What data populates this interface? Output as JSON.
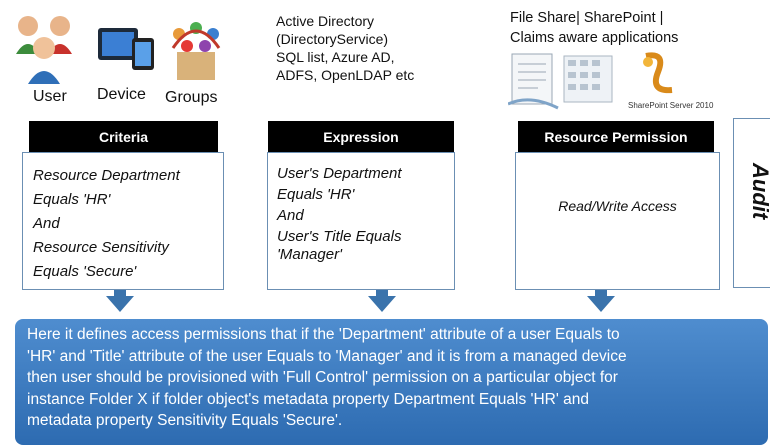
{
  "entities": {
    "user_label": "User",
    "device_label": "Device",
    "groups_label": "Groups"
  },
  "directory_sources": [
    "Active Directory",
    "(DirectoryService)",
    "SQL list, Azure AD,",
    "ADFS, OpenLDAP etc"
  ],
  "resources": [
    "File Share|  SharePoint |",
    "Claims aware applications"
  ],
  "sharepoint_logo_text": "SharePoint Server 2010",
  "columns": {
    "criteria": {
      "header": "Criteria",
      "lines": [
        "Resource Department",
        "Equals 'HR'",
        "And",
        "Resource Sensitivity",
        "Equals 'Secure'"
      ]
    },
    "expression": {
      "header": "Expression",
      "lines": [
        "User's Department",
        "Equals 'HR'",
        "And",
        "User's Title Equals",
        "'Manager'"
      ]
    },
    "permission": {
      "header": "Resource Permission",
      "body": "Read/Write Access"
    }
  },
  "audit_label": "Audit",
  "summary_lines": [
    "Here it defines access permissions that if the 'Department' attribute of a user Equals to",
    "'HR' and 'Title' attribute of the user Equals to 'Manager' and it is from a managed device",
    "then user should be provisioned with 'Full Control' permission on a particular object for",
    "instance Folder X if folder object's metadata property Department Equals 'HR' and",
    "metadata property Sensitivity Equals 'Secure'."
  ],
  "colors": {
    "banner": "#2d6bb1",
    "arrow": "#3a73ac",
    "box_border": "#6b8fb3",
    "header_bg": "#000000"
  }
}
